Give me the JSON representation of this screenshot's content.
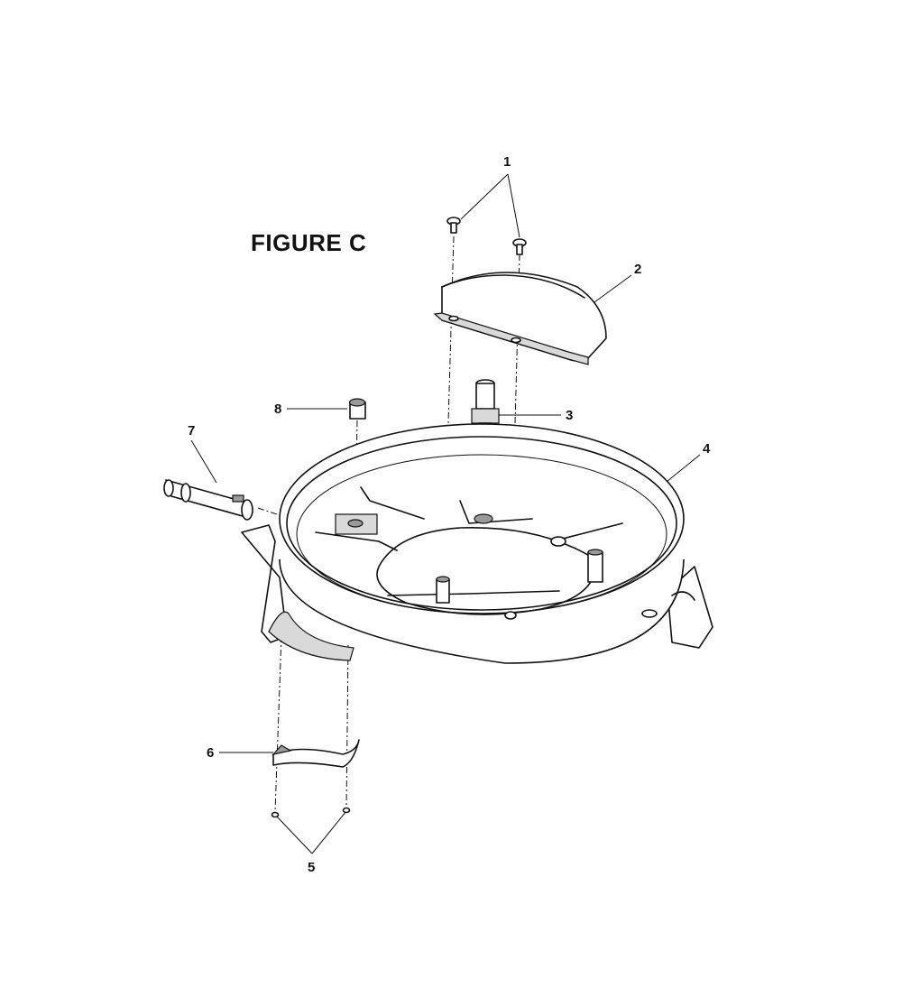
{
  "figure": {
    "title": "FIGURE C"
  },
  "callouts": [
    {
      "id": "1",
      "label": "1"
    },
    {
      "id": "2",
      "label": "2"
    },
    {
      "id": "3",
      "label": "3"
    },
    {
      "id": "4",
      "label": "4"
    },
    {
      "id": "5",
      "label": "5"
    },
    {
      "id": "6",
      "label": "6"
    },
    {
      "id": "7",
      "label": "7"
    },
    {
      "id": "8",
      "label": "8"
    }
  ]
}
